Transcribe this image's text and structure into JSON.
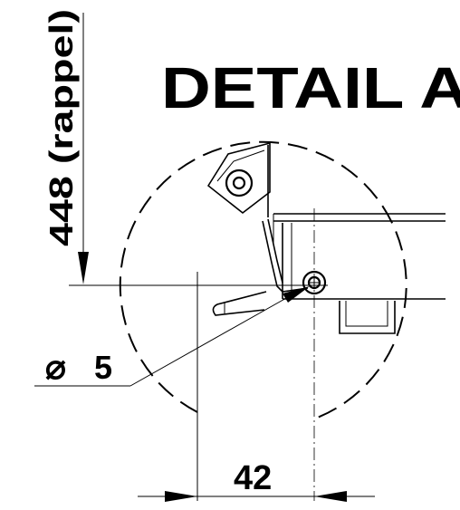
{
  "drawing": {
    "title": "DETAIL A",
    "vertical_dimension": "448 (rappel)",
    "diameter_symbol": "⌀",
    "diameter_value": "5",
    "horizontal_dimension": "42"
  }
}
